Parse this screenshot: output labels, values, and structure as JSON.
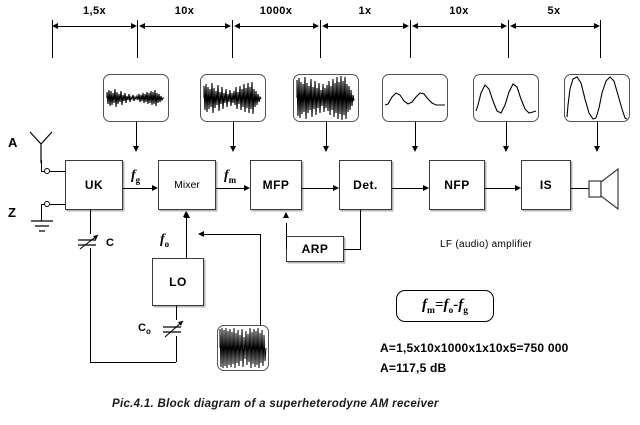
{
  "caption": "Pic.4.1. Block diagram of a superheterodyne AM receiver",
  "gain_scale": {
    "segments": [
      {
        "label": "1,5x"
      },
      {
        "label": "10x"
      },
      {
        "label": "1000x"
      },
      {
        "label": "1x"
      },
      {
        "label": "10x"
      },
      {
        "label": "5x"
      }
    ]
  },
  "blocks": [
    {
      "id": "uk",
      "label": "UK",
      "bold": true
    },
    {
      "id": "mixer",
      "label": "Mixer",
      "bold": false
    },
    {
      "id": "mfp",
      "label": "MFP",
      "bold": true
    },
    {
      "id": "det",
      "label": "Det.",
      "bold": true
    },
    {
      "id": "nfp",
      "label": "NFP",
      "bold": true
    },
    {
      "id": "is",
      "label": "IS",
      "bold": true
    },
    {
      "id": "lo",
      "label": "LO",
      "bold": true
    },
    {
      "id": "arp",
      "label": "ARP",
      "bold": true
    }
  ],
  "terminals": {
    "antenna_label": "A",
    "ground_label": "Z"
  },
  "signals": {
    "f_g": "f",
    "f_g_sub": "g",
    "f_m": "f",
    "f_m_sub": "m",
    "f_o": "f",
    "f_o_sub": "o"
  },
  "capacitors": {
    "c_label": "C",
    "co_label": "C",
    "co_sub": "o"
  },
  "annotations": {
    "lf_amplifier": "LF (audio) amplifier"
  },
  "formula": {
    "f_m": "f",
    "f_m_sub": "m",
    "equals": "=",
    "f_o": "f",
    "f_o_sub": "o",
    "minus": "-",
    "f_g": "f",
    "f_g_sub": "g"
  },
  "gain_results": {
    "line1": "A=1,5x10x1000x1x10x5=750 000",
    "line2": "A=117,5 dB"
  },
  "chart_data": {
    "type": "diagram",
    "title": "Block diagram of a superheterodyne AM receiver",
    "stage_gains": [
      {
        "stage": "UK",
        "gain": 1.5,
        "label": "1,5x"
      },
      {
        "stage": "Mixer",
        "gain": 10,
        "label": "10x"
      },
      {
        "stage": "MFP",
        "gain": 1000,
        "label": "1000x"
      },
      {
        "stage": "Det.",
        "gain": 1,
        "label": "1x"
      },
      {
        "stage": "NFP",
        "gain": 10,
        "label": "10x"
      },
      {
        "stage": "IS",
        "gain": 5,
        "label": "5x"
      }
    ],
    "total_gain": 750000,
    "total_gain_db": 117.5
  },
  "waveforms": [
    {
      "id": "wf1",
      "type": "am-modulated",
      "amplitude": 0.3
    },
    {
      "id": "wf2",
      "type": "am-modulated",
      "amplitude": 0.52
    },
    {
      "id": "wf3",
      "type": "am-modulated",
      "amplitude": 0.78
    },
    {
      "id": "wf4",
      "type": "audio",
      "amplitude": 0.22
    },
    {
      "id": "wf5",
      "type": "audio",
      "amplitude": 0.52
    },
    {
      "id": "wf6",
      "type": "audio",
      "amplitude": 0.82
    },
    {
      "id": "wf7",
      "type": "oscillator",
      "amplitude": 0.88
    }
  ],
  "colors": {
    "line": "#000000",
    "block_border": "#3a3a3a",
    "block_shadow": "#b5b5b5",
    "background": "#ffffff"
  }
}
